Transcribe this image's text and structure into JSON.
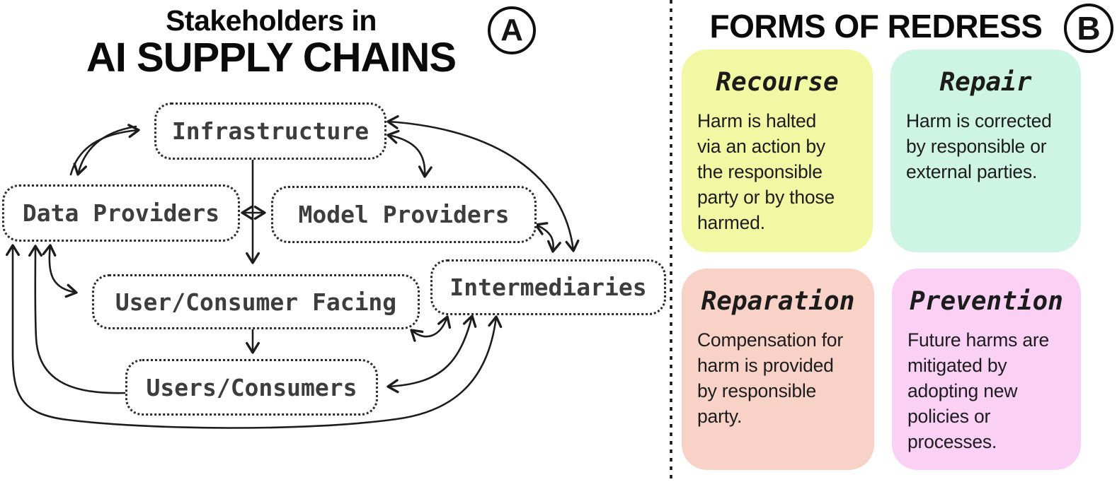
{
  "panel_a": {
    "title_line1": "Stakeholders in",
    "title_line2": "AI SUPPLY CHAINS",
    "badge": "A",
    "nodes": {
      "infrastructure": "Infrastructure",
      "data_providers": "Data Providers",
      "model_providers": "Model Providers",
      "user_consumer_facing": "User/Consumer Facing",
      "intermediaries": "Intermediaries",
      "users_consumers": "Users/Consumers"
    },
    "connections": [
      "Data Providers <-> Infrastructure (loop of two curved arrows)",
      "Infrastructure -> User/Consumer Facing (vertical arrow)",
      "Data Providers <-> Model Providers (horizontal double arrow)",
      "Infrastructure <-> Model Providers (curved double arrow)",
      "Infrastructure <-> Intermediaries (long curved double arrow)",
      "Model Providers <-> Intermediaries (curved double arrow)",
      "Data Providers <-> User/Consumer Facing (curved double arrow)",
      "User/Consumer Facing -> Users/Consumers (vertical arrow)",
      "User/Consumer Facing <-> Intermediaries (curved double arrow)",
      "Users/Consumers <-> Intermediaries (curved double arrow)",
      "Users/Consumers -> Data Providers (curved arrow)",
      "Data Providers <-> Intermediaries (long bottom sweep double arrow)"
    ]
  },
  "panel_b": {
    "title": "FORMS OF REDRESS",
    "badge": "B",
    "cards": [
      {
        "id": "recourse",
        "title": "Recourse",
        "color": "#f2f7a3",
        "body": "Harm is halted\nvia an action by\nthe responsible\nparty or by those\nharmed."
      },
      {
        "id": "repair",
        "title": "Repair",
        "color": "#cdf4e4",
        "body": "Harm is corrected\nby responsible or\nexternal parties."
      },
      {
        "id": "reparation",
        "title": "Reparation",
        "color": "#f8d2c6",
        "body": "Compensation for\nharm is provided\nby responsible\nparty."
      },
      {
        "id": "prevention",
        "title": "Prevention",
        "color": "#fad1f5",
        "body": "Future harms are\nmitigated by\nadopting new\npolicies or\nprocesses."
      }
    ]
  }
}
